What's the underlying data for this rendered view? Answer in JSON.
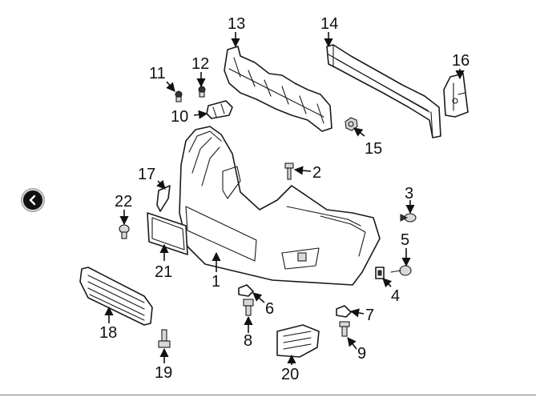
{
  "diagram": {
    "title": "Front bumper cover exploded parts diagram",
    "callouts": [
      {
        "id": "1",
        "label": "1"
      },
      {
        "id": "2",
        "label": "2"
      },
      {
        "id": "3",
        "label": "3"
      },
      {
        "id": "4",
        "label": "4"
      },
      {
        "id": "5",
        "label": "5"
      },
      {
        "id": "6",
        "label": "6"
      },
      {
        "id": "7",
        "label": "7"
      },
      {
        "id": "8",
        "label": "8"
      },
      {
        "id": "9",
        "label": "9"
      },
      {
        "id": "10",
        "label": "10"
      },
      {
        "id": "11",
        "label": "11"
      },
      {
        "id": "12",
        "label": "12"
      },
      {
        "id": "13",
        "label": "13"
      },
      {
        "id": "14",
        "label": "14"
      },
      {
        "id": "15",
        "label": "15"
      },
      {
        "id": "16",
        "label": "16"
      },
      {
        "id": "17",
        "label": "17"
      },
      {
        "id": "18",
        "label": "18"
      },
      {
        "id": "19",
        "label": "19"
      },
      {
        "id": "20",
        "label": "20"
      },
      {
        "id": "21",
        "label": "21"
      },
      {
        "id": "22",
        "label": "22"
      }
    ]
  },
  "nav": {
    "previous_icon": "chevron-left-icon"
  }
}
